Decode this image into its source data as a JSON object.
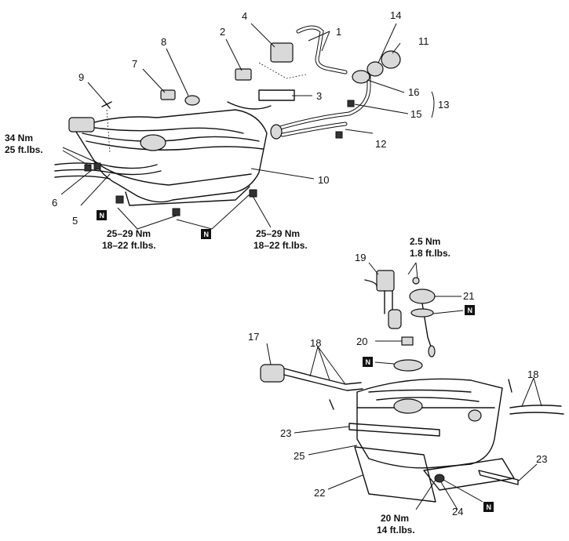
{
  "callouts": {
    "c1": "1",
    "c2": "2",
    "c3": "3",
    "c4": "4",
    "c5": "5",
    "c6": "6",
    "c7": "7",
    "c8": "8",
    "c9": "9",
    "c10": "10",
    "c11": "11",
    "c12": "12",
    "c13": "13",
    "c14": "14",
    "c15": "15",
    "c16": "16",
    "c17": "17",
    "c18a": "18",
    "c18b": "18",
    "c19": "19",
    "c20": "20",
    "c21": "21",
    "c22": "22",
    "c23a": "23",
    "c23b": "23",
    "c24": "24",
    "c25": "25"
  },
  "torques": {
    "t1_nm": "34 Nm",
    "t1_ft": "25 ft.lbs.",
    "t2_nm": "25–29 Nm",
    "t2_ft": "18–22 ft.lbs.",
    "t3_nm": "25–29 Nm",
    "t3_ft": "18–22 ft.lbs.",
    "t4_nm": "2.5 Nm",
    "t4_ft": "1.8 ft.lbs.",
    "t5_nm": "20 Nm",
    "t5_ft": "14 ft.lbs."
  },
  "markers": {
    "n1": "N",
    "n2": "N",
    "n3": "N",
    "n4": "N",
    "n5": "N"
  },
  "icons": {
    "n_marker": "n-replace-part-icon"
  }
}
